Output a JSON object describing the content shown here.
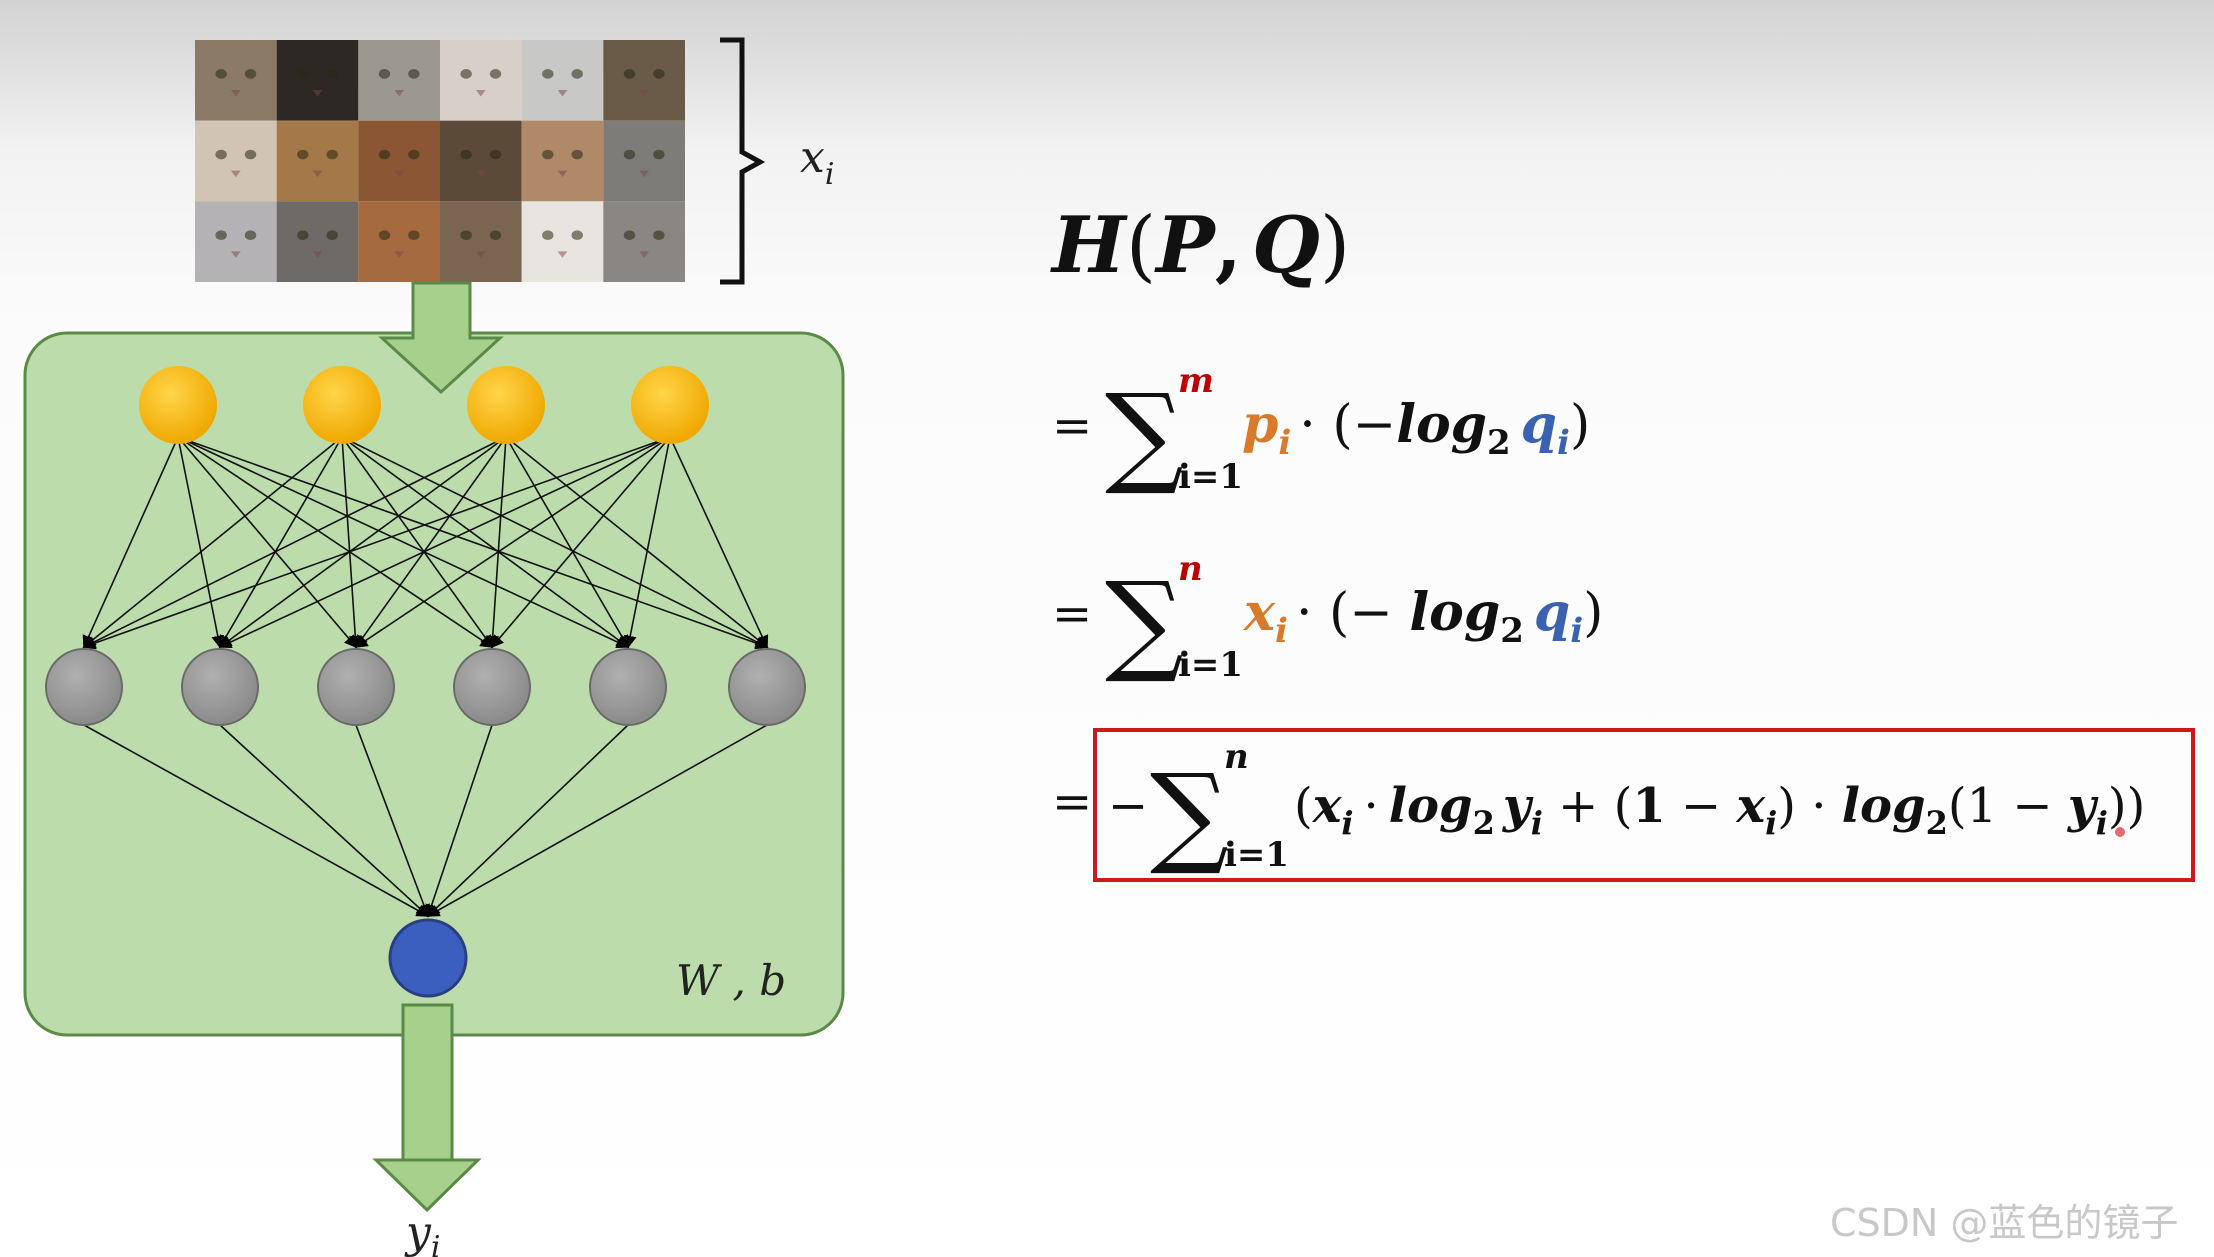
{
  "input_label": "x",
  "input_label_sub": "i",
  "output_label": "y",
  "output_label_sub": "i",
  "params_label": "W , b",
  "network": {
    "input_nodes": 4,
    "hidden_nodes": 6,
    "output_nodes": 1
  },
  "title": {
    "H": "H",
    "P": "P",
    "Q": "Q"
  },
  "eq1": {
    "sum_top": "m",
    "sum_bottom": "i=1",
    "p": "p",
    "i": "i",
    "rest1": "· (−",
    "log": "log",
    "two": "2",
    "q": "q",
    "close": ")"
  },
  "eq2": {
    "sum_top": "n",
    "sum_bottom": "i=1",
    "x": "x",
    "i": "i",
    "rest1": "· (− ",
    "log": "log",
    "two": "2",
    "q": "q",
    "close": ")"
  },
  "eq3": {
    "minus": "−",
    "sum_top": "n",
    "sum_bottom": "i=1",
    "open": "(",
    "x": "x",
    "i": "i",
    "dot": "·",
    "log": "log",
    "two": "2",
    "y": "y",
    "plus_open": " + (",
    "one": "1",
    "minus2": " − ",
    "close_dot": ") · ",
    "open2": "(1 − ",
    "close2": "))"
  },
  "watermark": "CSDN @蓝色的镜子",
  "colors": {
    "panel": "#bddcab",
    "panel_border": "#5a8a46",
    "input_node": "#f7b500",
    "hidden_node": "#9a9a9a",
    "output_node": "#3a5fbf",
    "orange": "#d97a2b",
    "blue": "#3b62b0",
    "red": "#c00000",
    "box": "#cc1a1a"
  },
  "photo_grid": {
    "rows": 3,
    "cols": 6
  }
}
